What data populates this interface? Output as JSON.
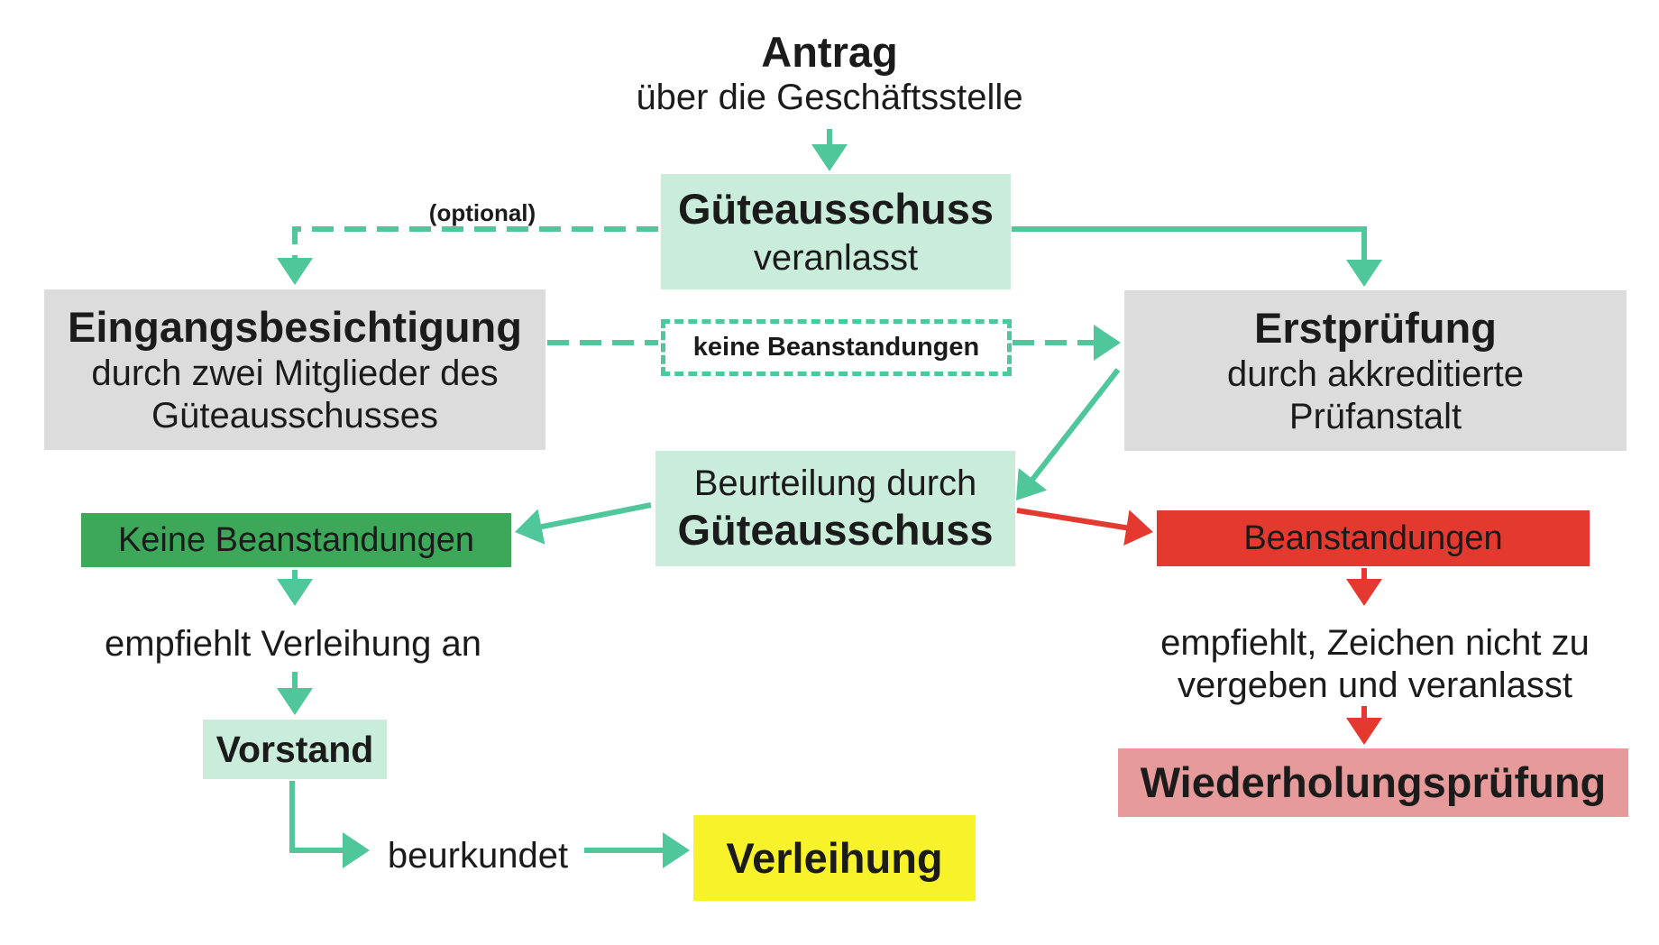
{
  "colors": {
    "mint_arrow": "#4fc79a",
    "red_arrow": "#e3392f",
    "mint_box": "#c9ecdb",
    "grey_box": "#dcdcdc",
    "green_box": "#3da85a",
    "red_box": "#e3392f",
    "pink_box": "#e79a9a",
    "yellow_box": "#f8f22a"
  },
  "nodes": {
    "antrag": {
      "title": "Antrag",
      "subtitle": "über die Geschäftsstelle"
    },
    "gueteausschuss": {
      "title": "Güteausschuss",
      "subtitle": "veranlasst"
    },
    "optional": {
      "label": "(optional)"
    },
    "eingangsbesichtigung": {
      "title": "Eingangsbesichtigung",
      "line1": "durch zwei Mitglieder des",
      "line2": "Güteausschusses"
    },
    "keine_beanstandungen_dashed": {
      "label": "keine Beanstandungen"
    },
    "erstpruefung": {
      "title": "Erstprüfung",
      "line1": "durch akkreditierte",
      "line2": "Prüfanstalt"
    },
    "beurteilung": {
      "line1": "Beurteilung durch",
      "title": "Güteausschuss"
    },
    "keine_beanstandungen": {
      "label": "Keine Beanstandungen"
    },
    "beanstandungen": {
      "label": "Beanstandungen"
    },
    "empfiehlt_verleihung": {
      "label": "empfiehlt Verleihung an"
    },
    "empfiehlt_nicht": {
      "line1": "empfiehlt, Zeichen nicht zu",
      "line2": "vergeben und veranlasst"
    },
    "vorstand": {
      "label": "Vorstand"
    },
    "wiederholungspruefung": {
      "label": "Wiederholungsprüfung"
    },
    "beurkundet": {
      "label": "beurkundet"
    },
    "verleihung": {
      "label": "Verleihung"
    }
  },
  "edges": [
    {
      "name": "edge-antrag-to-gueteausschuss",
      "from": "antrag",
      "to": "gueteausschuss",
      "style": "solid",
      "color": "mint"
    },
    {
      "name": "edge-gueteausschuss-to-eingangsbesichtigung",
      "from": "gueteausschuss",
      "to": "eingangsbesichtigung",
      "style": "dashed",
      "color": "mint"
    },
    {
      "name": "edge-gueteausschuss-to-erstpruefung",
      "from": "gueteausschuss",
      "to": "erstpruefung",
      "style": "solid",
      "color": "mint"
    },
    {
      "name": "edge-eingangsbesichtigung-to-erstpruefung",
      "from": "eingangsbesichtigung",
      "to": "erstpruefung",
      "style": "dashed",
      "color": "mint"
    },
    {
      "name": "edge-erstpruefung-to-beurteilung",
      "from": "erstpruefung",
      "to": "beurteilung",
      "style": "solid",
      "color": "mint"
    },
    {
      "name": "edge-beurteilung-to-keine-beanstandungen",
      "from": "beurteilung",
      "to": "keine_beanstandungen",
      "style": "solid",
      "color": "mint"
    },
    {
      "name": "edge-beurteilung-to-beanstandungen",
      "from": "beurteilung",
      "to": "beanstandungen",
      "style": "solid",
      "color": "red"
    },
    {
      "name": "edge-keine-beanstandungen-to-empfiehlt",
      "from": "keine_beanstandungen",
      "to": "empfiehlt_verleihung",
      "style": "solid",
      "color": "mint"
    },
    {
      "name": "edge-empfiehlt-to-vorstand",
      "from": "empfiehlt_verleihung",
      "to": "vorstand",
      "style": "solid",
      "color": "mint"
    },
    {
      "name": "edge-vorstand-to-beurkundet",
      "from": "vorstand",
      "to": "beurkundet",
      "style": "solid",
      "color": "mint"
    },
    {
      "name": "edge-beurkundet-to-verleihung",
      "from": "beurkundet",
      "to": "verleihung",
      "style": "solid",
      "color": "mint"
    },
    {
      "name": "edge-beanstandungen-to-empfiehlt-nicht",
      "from": "beanstandungen",
      "to": "empfiehlt_nicht",
      "style": "solid",
      "color": "red"
    },
    {
      "name": "edge-empfiehlt-nicht-to-wiederholungspruefung",
      "from": "empfiehlt_nicht",
      "to": "wiederholungspruefung",
      "style": "solid",
      "color": "red"
    }
  ]
}
